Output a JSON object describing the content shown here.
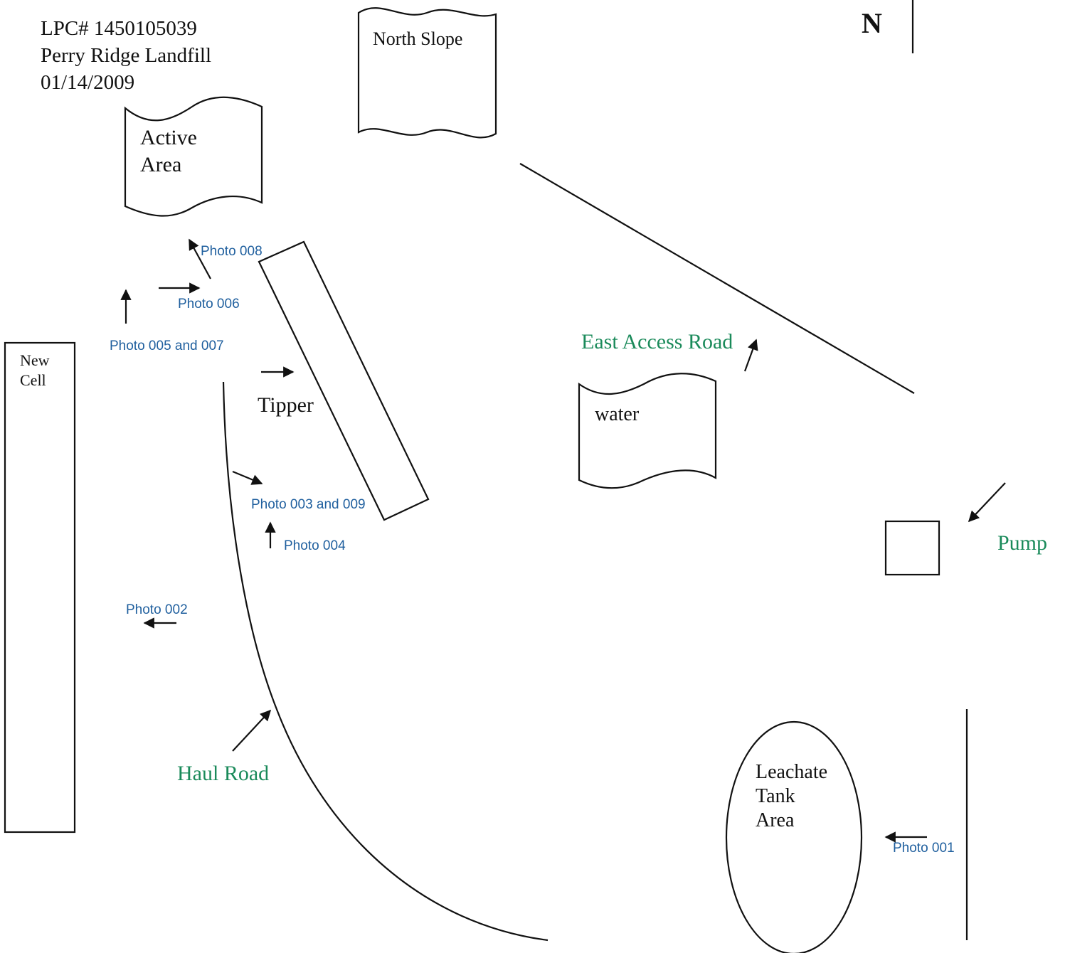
{
  "header": {
    "lpc": "LPC# 1450105039",
    "site": "Perry Ridge Landfill",
    "date": "01/14/2009"
  },
  "north_label": "N",
  "areas": {
    "north_slope": "North Slope",
    "active_area": "Active\nArea",
    "new_cell": "New\nCell",
    "tipper": "Tipper",
    "water": "water",
    "leachate": "Leachate\nTank\nArea"
  },
  "roads": {
    "east_access": "East Access Road",
    "pump": "Pump",
    "haul": "Haul Road"
  },
  "photos": {
    "p001": "Photo 001",
    "p002": "Photo 002",
    "p003_009": "Photo 003 and 009",
    "p004": "Photo 004",
    "p005_007": "Photo 005 and 007",
    "p006": "Photo 006",
    "p008": "Photo 008"
  },
  "colors": {
    "ink": "#111111",
    "photo_label": "#1f5f9e",
    "road_label": "#1a8a5a"
  }
}
